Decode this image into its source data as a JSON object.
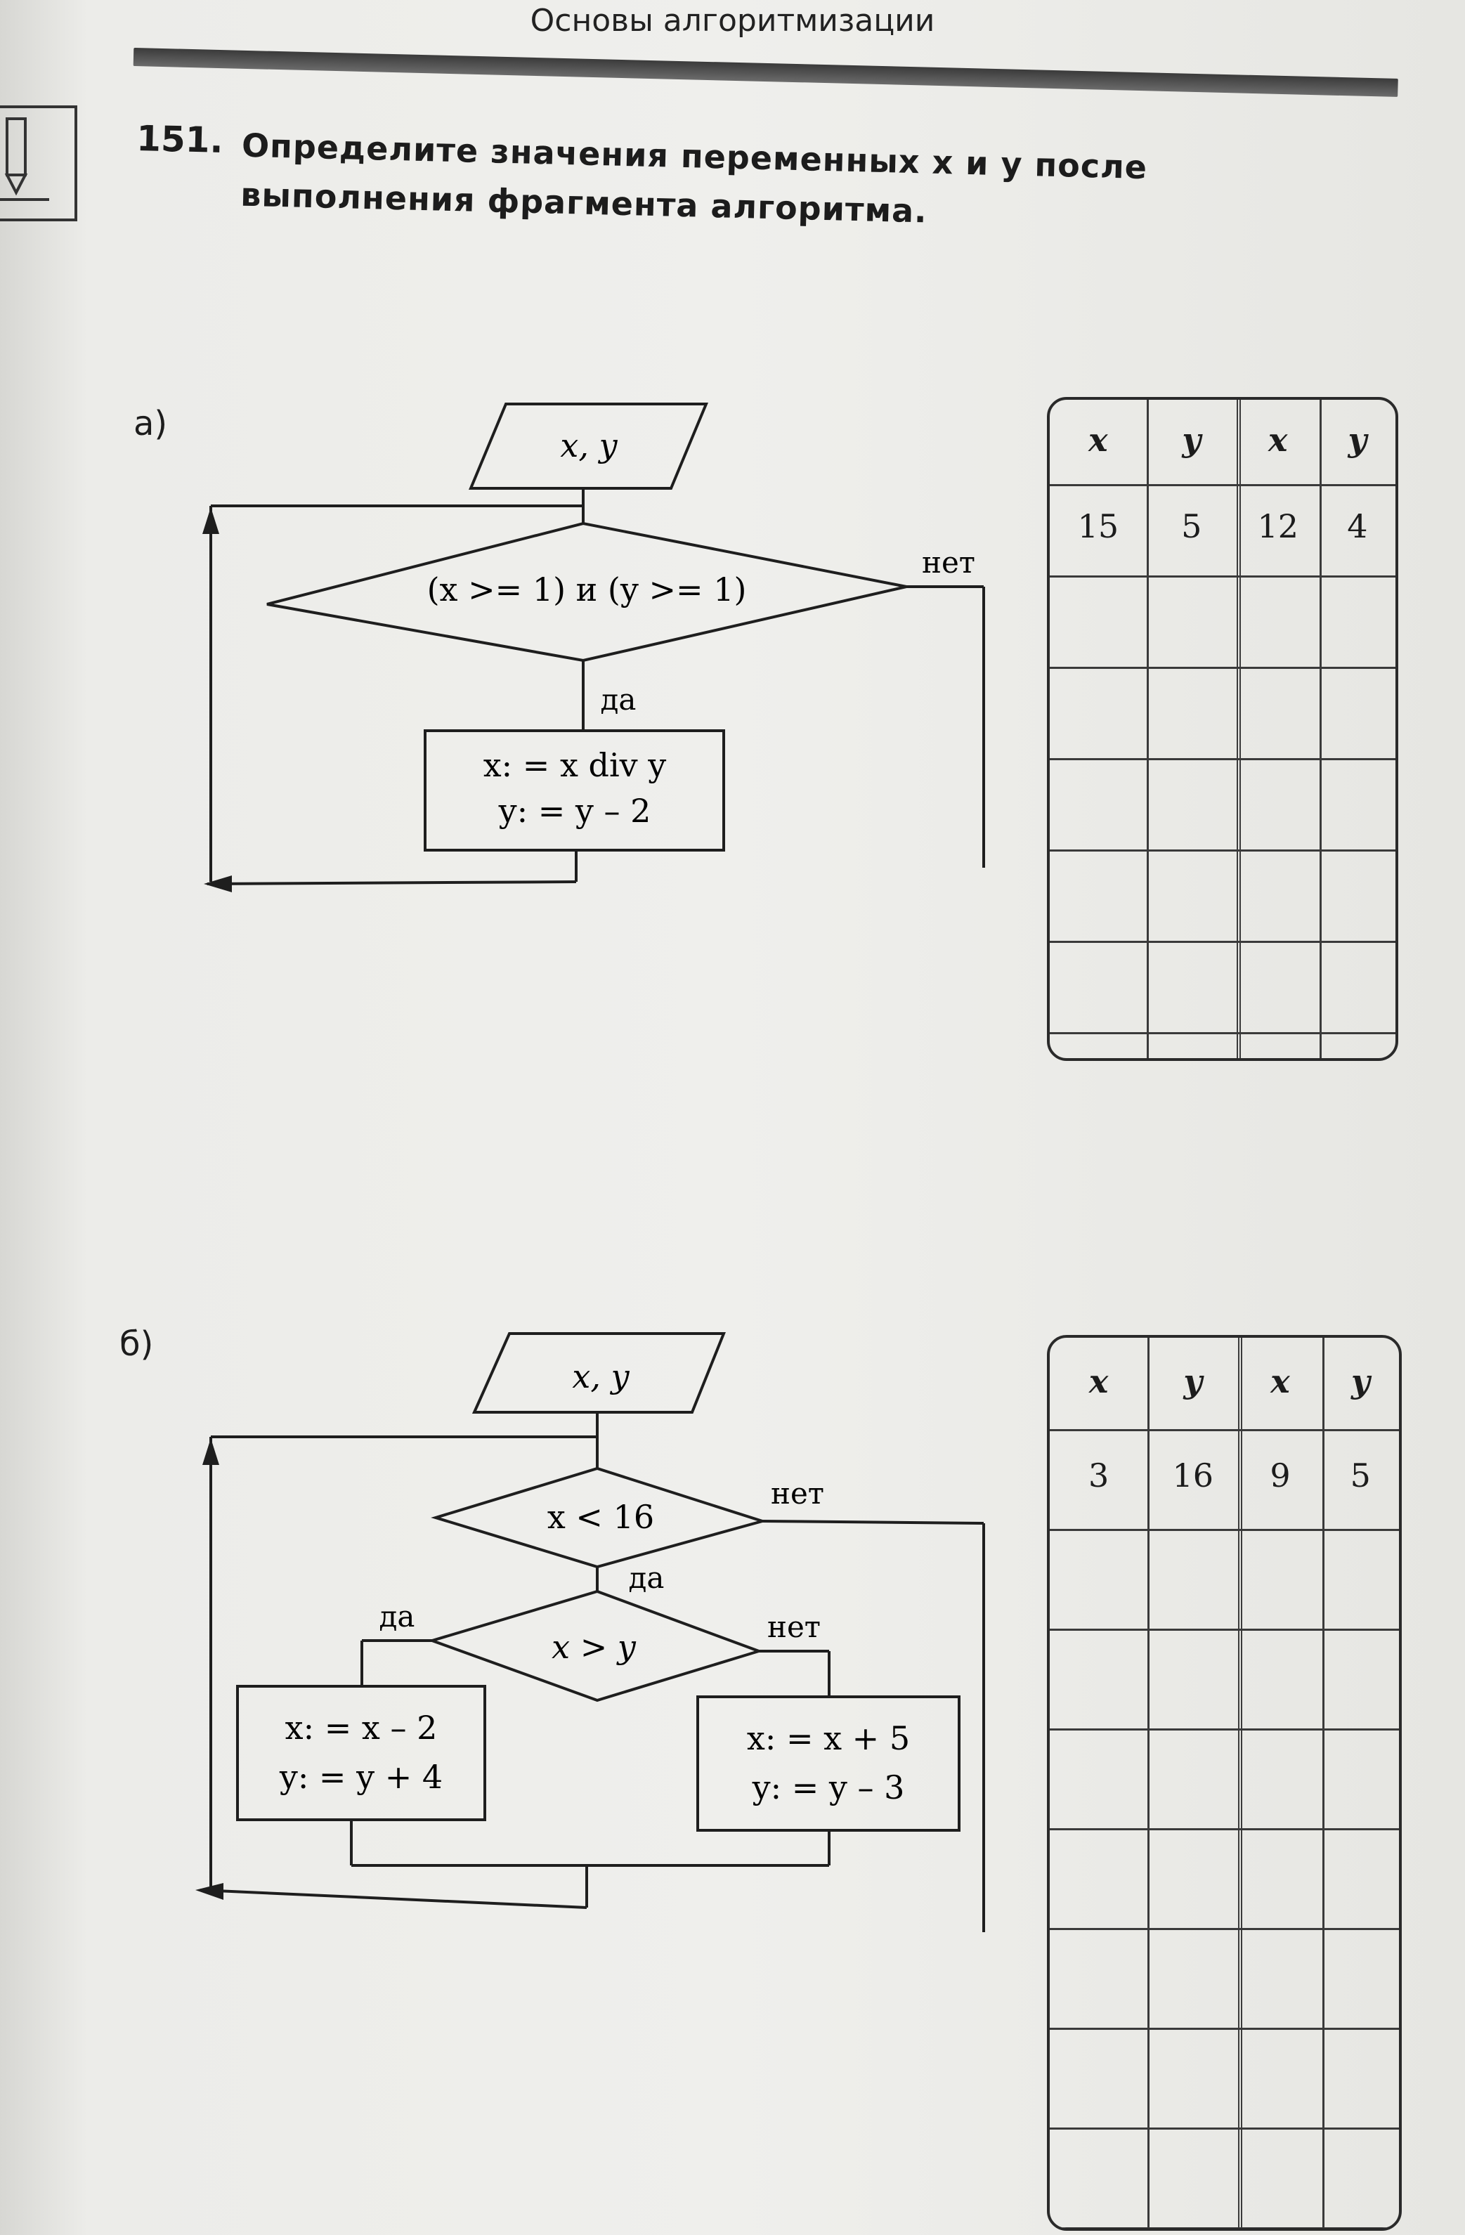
{
  "header": {
    "running_title": "Основы алгоритмизации"
  },
  "task": {
    "number": "151.",
    "text": "Определите значения переменных x и y после выполнения фрагмента алгоритма."
  },
  "part_a": {
    "label": "а)",
    "flow": {
      "input": "x, y",
      "condition": "(x >= 1) и (y >= 1)",
      "yes": "да",
      "no": "нет",
      "action_line1": "x: = x div y",
      "action_line2": "y: = y – 2"
    },
    "table": {
      "headers": [
        "x",
        "y",
        "x",
        "y"
      ],
      "rows": [
        [
          "15",
          "5",
          "12",
          "4"
        ],
        [
          "",
          "",
          "",
          ""
        ],
        [
          "",
          "",
          "",
          ""
        ],
        [
          "",
          "",
          "",
          ""
        ],
        [
          "",
          "",
          "",
          ""
        ],
        [
          "",
          "",
          "",
          ""
        ]
      ]
    }
  },
  "part_b": {
    "label": "б)",
    "flow": {
      "input": "x, y",
      "condition1": "x < 16",
      "condition2": "x > y",
      "yes1": "да",
      "no1": "нет",
      "yes2": "да",
      "no2": "нет",
      "left_line1": "x: = x – 2",
      "left_line2": "y: = y + 4",
      "right_line1": "x: = x + 5",
      "right_line2": "y: = y – 3"
    },
    "table": {
      "headers": [
        "x",
        "y",
        "x",
        "y"
      ],
      "rows": [
        [
          "3",
          "16",
          "9",
          "5"
        ],
        [
          "",
          "",
          "",
          ""
        ],
        [
          "",
          "",
          "",
          ""
        ],
        [
          "",
          "",
          "",
          ""
        ],
        [
          "",
          "",
          "",
          ""
        ],
        [
          "",
          "",
          "",
          ""
        ],
        [
          "",
          "",
          "",
          ""
        ],
        [
          "",
          "",
          "",
          ""
        ]
      ]
    }
  }
}
